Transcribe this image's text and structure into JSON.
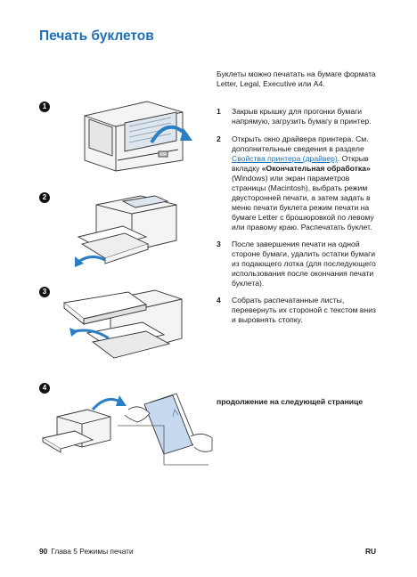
{
  "title": "Печать буклетов",
  "intro": "Буклеты можно печатать на бумаге формата Letter, Legal, Executive или A4.",
  "step_numbers": [
    "1",
    "2",
    "3",
    "4"
  ],
  "steps": {
    "s1": "Закрыв крышку для прогонки бумаги напрямую, загрузить бумагу в принтер.",
    "s2_pre": "Открыть окно драйвера принтера. См. дополнительные сведения в разделе ",
    "s2_link": "Свойства принтера (драйвер)",
    "s2_mid": ". Открыв вкладку ",
    "s2_tab": "«Окончательная обработка»",
    "s2_post": " (Windows) или экран параметров страницы (Macintosh), выбрать режим двусторонней печати, а затем задать в меню печати буклета режим печати на бумаге Letter с брошюровкой по левому или правому краю. Распечатать буклет.",
    "s3": "После завершения печати на одной стороне бумаги, удалить остатки бумаги из подающего лотка (для последующего использования после окончания печати буклета).",
    "s4": "Собрать распечатанные листы, перевернуть их стороной с текстом вниз и выровнять стопку."
  },
  "continued": "продолжение на следующей странице",
  "footer": {
    "page_number": "90",
    "chapter": "Глава 5 Режимы печати",
    "lang": "RU"
  },
  "colors": {
    "title": "#1f6fb8",
    "link": "#1f6fb8",
    "arrow": "#2a7fc4",
    "paper_blue": "#c7d9ef"
  }
}
